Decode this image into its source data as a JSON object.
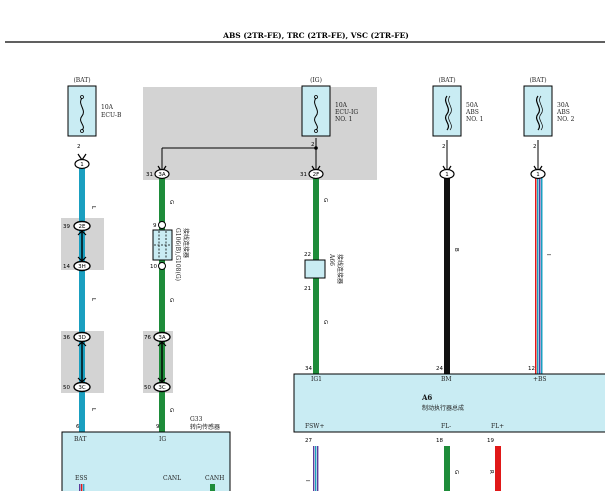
{
  "title": "ABS (2TR-FE), TRC (2TR-FE), VSC (2TR-FE)",
  "colors": {
    "blue": "#1a9fc0",
    "green": "#1e8c3a",
    "black": "#111111",
    "red": "#e01818",
    "purple": "#5a3c9c",
    "box_fill": "#c9ecf3",
    "gray": "#d3d3d3"
  },
  "fuses": [
    {
      "source": "(BAT)",
      "rating": "10A",
      "name": "ECU-B",
      "name2": "",
      "pin": "2"
    },
    {
      "source": "(IG)",
      "rating": "10A",
      "name": "ECU-IG",
      "name2": "NO. 1",
      "pin": "2"
    },
    {
      "source": "(BAT)",
      "rating": "50A",
      "name": "ABS",
      "name2": "NO. 1",
      "pin": "2"
    },
    {
      "source": "(BAT)",
      "rating": "30A",
      "name": "ABS",
      "name2": "NO. 2",
      "pin": "2"
    }
  ],
  "wire_colors": {
    "c1": "L",
    "c2": "G",
    "c3": "G",
    "c4": "B",
    "c5": "L"
  },
  "circle_labels": {
    "c1_top": "1",
    "c2_top": "3A",
    "c3_top": "2F",
    "c4_top": "1",
    "c5_top": "1"
  },
  "pins": {
    "c2_top": "31",
    "c3_top": "31",
    "c1_j1a": "39",
    "c1_j1b": "14",
    "c1_j2a": "36",
    "c1_j2b": "50",
    "c2_j2a": "76",
    "c2_j2b": "50",
    "j1a_id": "2E",
    "j1b_id": "3H",
    "j2a_id": "3D",
    "j2b_id": "3C",
    "c2_j2a_id": "3A",
    "c2_j2b_id": "3C",
    "g106_top": "9",
    "g106_bot": "10",
    "a66_top": "22",
    "a66_bot": "21",
    "c1_bottom": "6",
    "c2_bottom": "9",
    "a6_ig1": "34",
    "a6_bm": "24",
    "a6_bs": "12",
    "a6_fsw": "27",
    "a6_fl_minus": "18",
    "a6_fl_plus": "19"
  },
  "connectors": {
    "g106_id": "G106(B),G108(G)",
    "g106_desc": "接线连接器",
    "a66_id": "A66",
    "a66_desc": "接线连接器"
  },
  "g33": {
    "id": "G33",
    "name": "转向传感器",
    "pins_top": [
      "BAT",
      "IG"
    ],
    "pins_bottom": [
      "ESS",
      "CANL",
      "CANH"
    ]
  },
  "a6": {
    "id": "A6",
    "name": "制动执行器总成",
    "pins_top": [
      "IG1",
      "BM",
      "+BS"
    ],
    "pins_bottom": [
      "FSW+",
      "FL-",
      "FL+"
    ]
  },
  "misc": {
    "shield_mark": "I",
    "fsw_mark": "I",
    "fl_plus_wire": "R",
    "fl_minus_wire": "G"
  }
}
